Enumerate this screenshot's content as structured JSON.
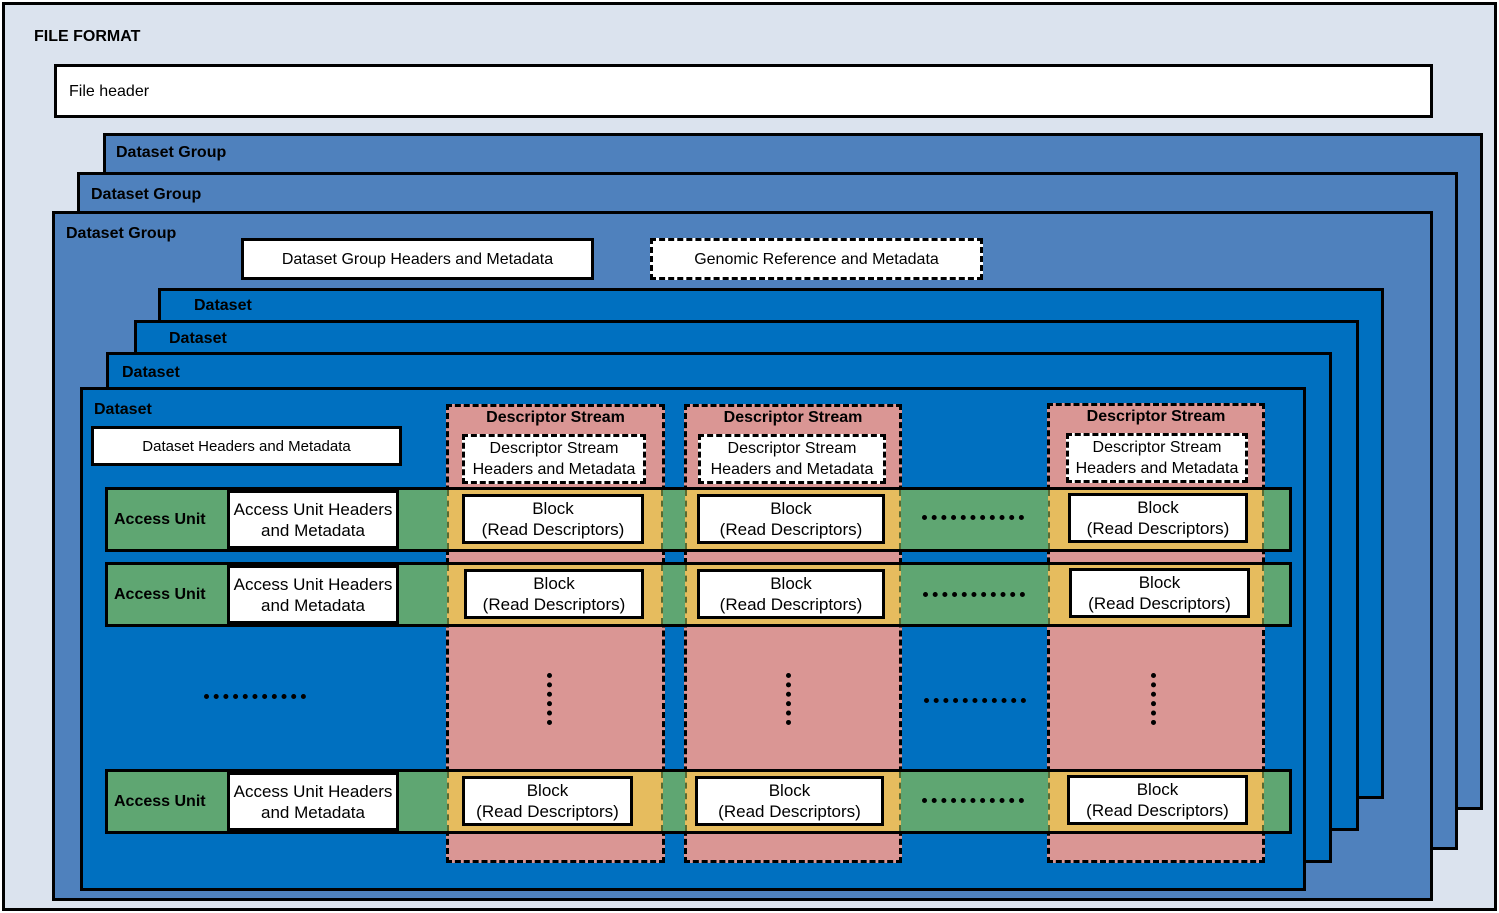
{
  "file_format": {
    "title": "FILE FORMAT",
    "file_header": "File header"
  },
  "dataset_group": {
    "label": "Dataset Group",
    "headers": "Dataset Group Headers and Metadata",
    "genomic_reference": "Genomic Reference and Metadata"
  },
  "dataset": {
    "label": "Dataset",
    "headers": "Dataset Headers and Metadata"
  },
  "descriptor_stream": {
    "title": "Descriptor Stream",
    "headers_line1": "Descriptor Stream",
    "headers_line2": "Headers and Metadata"
  },
  "access_unit": {
    "label": "Access Unit",
    "headers_line1": "Access Unit Headers",
    "headers_line2": "and Metadata"
  },
  "block": {
    "line1": "Block",
    "line2": "(Read Descriptors)"
  },
  "colors": {
    "file_background": "#dbe3ee",
    "dataset_group": "#4f81bd",
    "dataset": "#0070c0",
    "descriptor_stream": "#da9694",
    "access_unit": "#5fa672",
    "block_band": "#e6bc5e"
  }
}
